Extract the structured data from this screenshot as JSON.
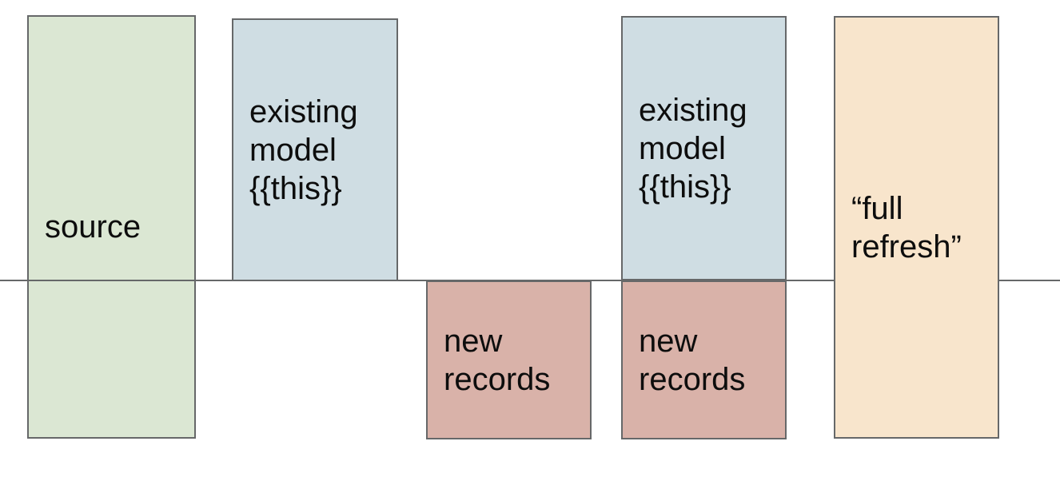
{
  "diagram": {
    "colors": {
      "background": "#ffffff",
      "border": "#666869",
      "divider_line": "#666869",
      "text": "#0d0d0d",
      "source_fill": "#dbe7d3",
      "existing_model_fill": "#cfdde3",
      "new_records_fill": "#d9b2a9",
      "full_refresh_fill": "#f8e5cc"
    },
    "boxes": [
      {
        "name": "source",
        "label": "source",
        "lines": [
          "source"
        ],
        "fill": "#dbe7d3"
      },
      {
        "name": "existing-model-1",
        "label": "existing model {{this}}",
        "lines": [
          "existing",
          "model",
          "{{this}}"
        ],
        "fill": "#cfdde3"
      },
      {
        "name": "new-records-1",
        "label": "new records",
        "lines": [
          "new",
          "records"
        ],
        "fill": "#d9b2a9"
      },
      {
        "name": "existing-model-2",
        "label": "existing model {{this}}",
        "lines": [
          "existing",
          "model",
          "{{this}}"
        ],
        "fill": "#cfdde3"
      },
      {
        "name": "new-records-2",
        "label": "new records",
        "lines": [
          "new",
          "records"
        ],
        "fill": "#d9b2a9"
      },
      {
        "name": "full-refresh",
        "label": "“full refresh”",
        "lines": [
          "“full",
          "refresh”"
        ],
        "fill": "#f8e5cc"
      }
    ]
  }
}
